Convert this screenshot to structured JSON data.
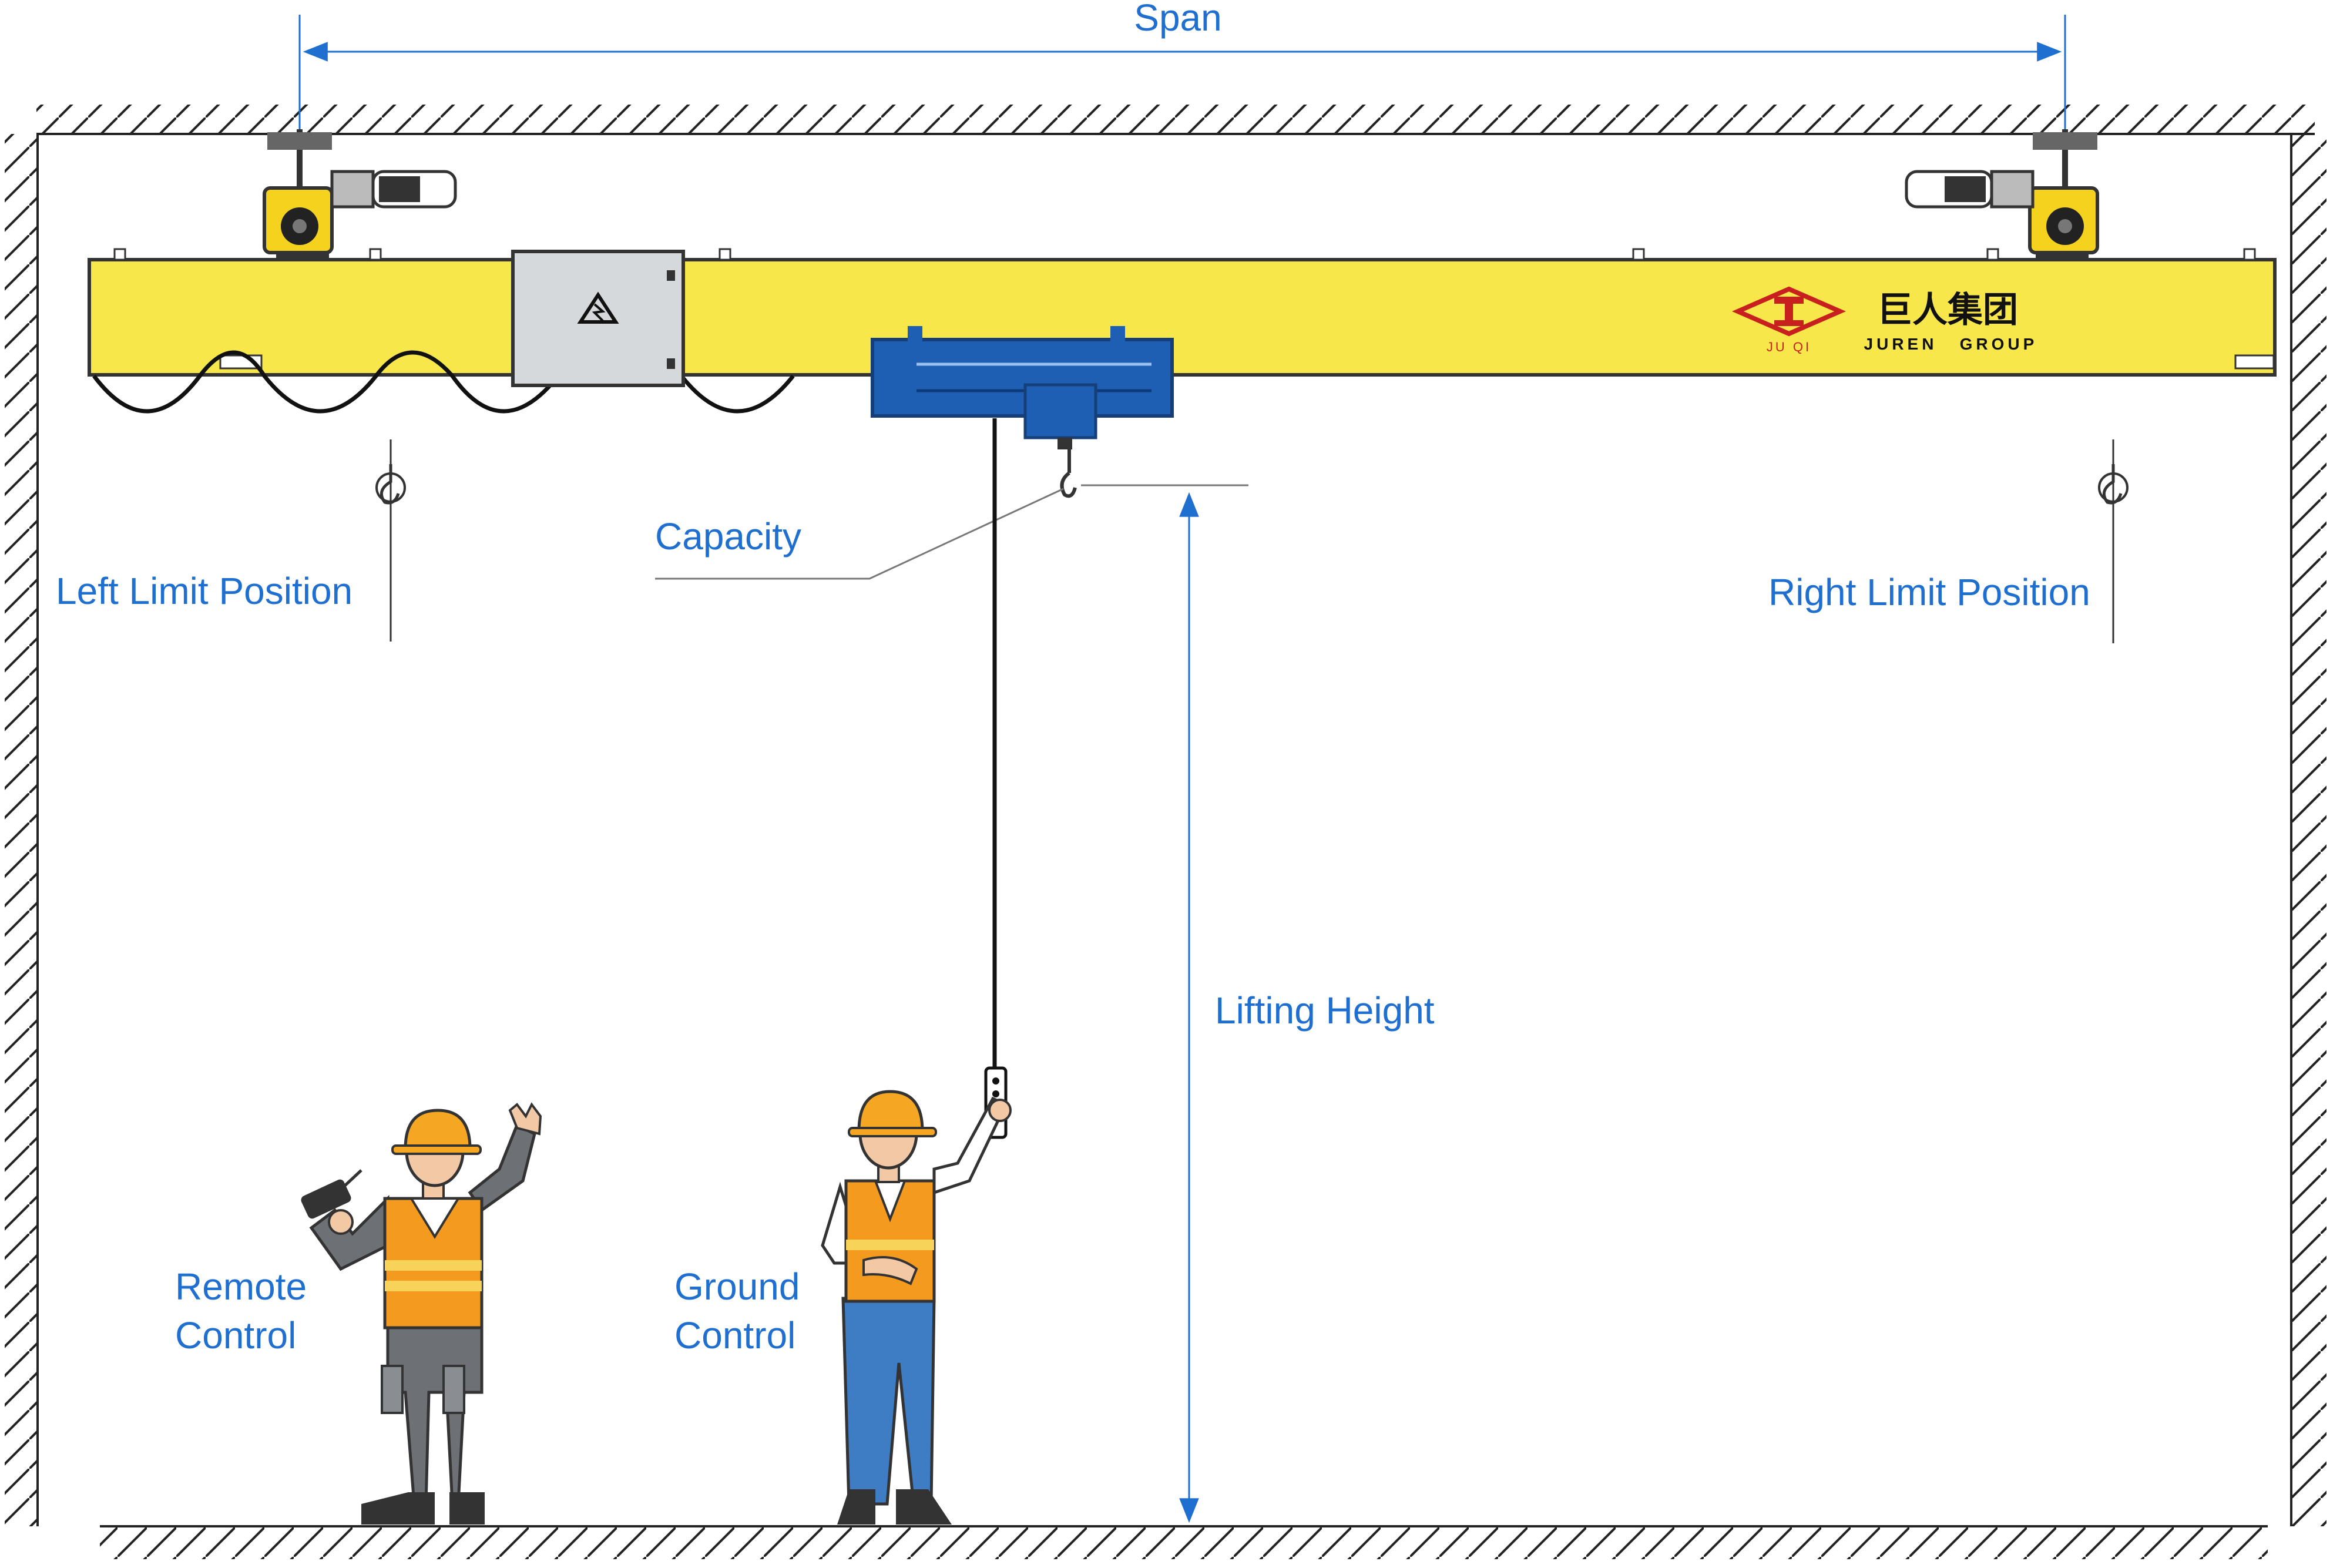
{
  "labels": {
    "span": "Span",
    "capacity": "Capacity",
    "left_limit": "Left Limit Position",
    "right_limit": "Right Limit Position",
    "lifting_height": "Lifting Height",
    "remote_control": [
      "Remote",
      "Control"
    ],
    "ground_control": [
      "Ground",
      "Control"
    ]
  },
  "logo": {
    "chinese": "巨人集团",
    "english_left": "JUREN",
    "english_right": "GROUP",
    "mark_text": "JU QI"
  },
  "colors": {
    "label_blue": "#1f6fd0",
    "girder_yellow": "#f8e74a",
    "hoist_blue": "#1e5fb3",
    "panel_gray": "#d6d9dc",
    "vest_orange": "#f39a1f",
    "helmet_orange": "#f5a623",
    "logo_red": "#c8201e",
    "hatch": "#222222"
  },
  "icons": {
    "warning": "electric-hazard-icon",
    "hook": "hook-icon",
    "logo": "juren-logo-icon"
  }
}
